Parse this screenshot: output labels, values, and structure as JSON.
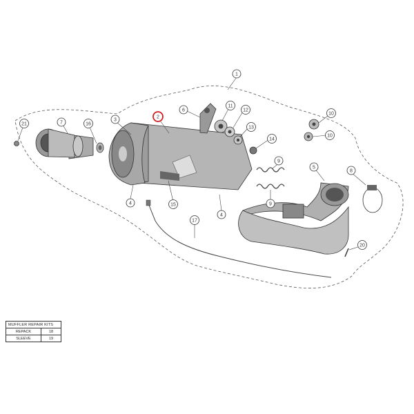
{
  "diagram": {
    "highlight_color": "#d32020",
    "callouts": [
      {
        "id": "c1",
        "label": "1"
      },
      {
        "id": "c2",
        "label": "2",
        "highlighted": true
      },
      {
        "id": "c3",
        "label": "3"
      },
      {
        "id": "c4a",
        "label": "4"
      },
      {
        "id": "c4b",
        "label": "4"
      },
      {
        "id": "c5",
        "label": "5"
      },
      {
        "id": "c6",
        "label": "6"
      },
      {
        "id": "c7",
        "label": "7"
      },
      {
        "id": "c8",
        "label": "8"
      },
      {
        "id": "c9a",
        "label": "9"
      },
      {
        "id": "c9b",
        "label": "9"
      },
      {
        "id": "c10a",
        "label": "10"
      },
      {
        "id": "c10b",
        "label": "10"
      },
      {
        "id": "c11",
        "label": "11"
      },
      {
        "id": "c12",
        "label": "12"
      },
      {
        "id": "c13",
        "label": "13"
      },
      {
        "id": "c14",
        "label": "14"
      },
      {
        "id": "c15",
        "label": "15"
      },
      {
        "id": "c16",
        "label": "16"
      },
      {
        "id": "c17",
        "label": "17"
      },
      {
        "id": "c20",
        "label": "20"
      },
      {
        "id": "c21",
        "label": "21"
      }
    ]
  },
  "repair_kits": {
    "title": "MUFFLER REPAIR KITS",
    "rows": [
      {
        "name": "REPACK",
        "number": "18"
      },
      {
        "name": "SLEEVE",
        "number": "19"
      }
    ]
  }
}
